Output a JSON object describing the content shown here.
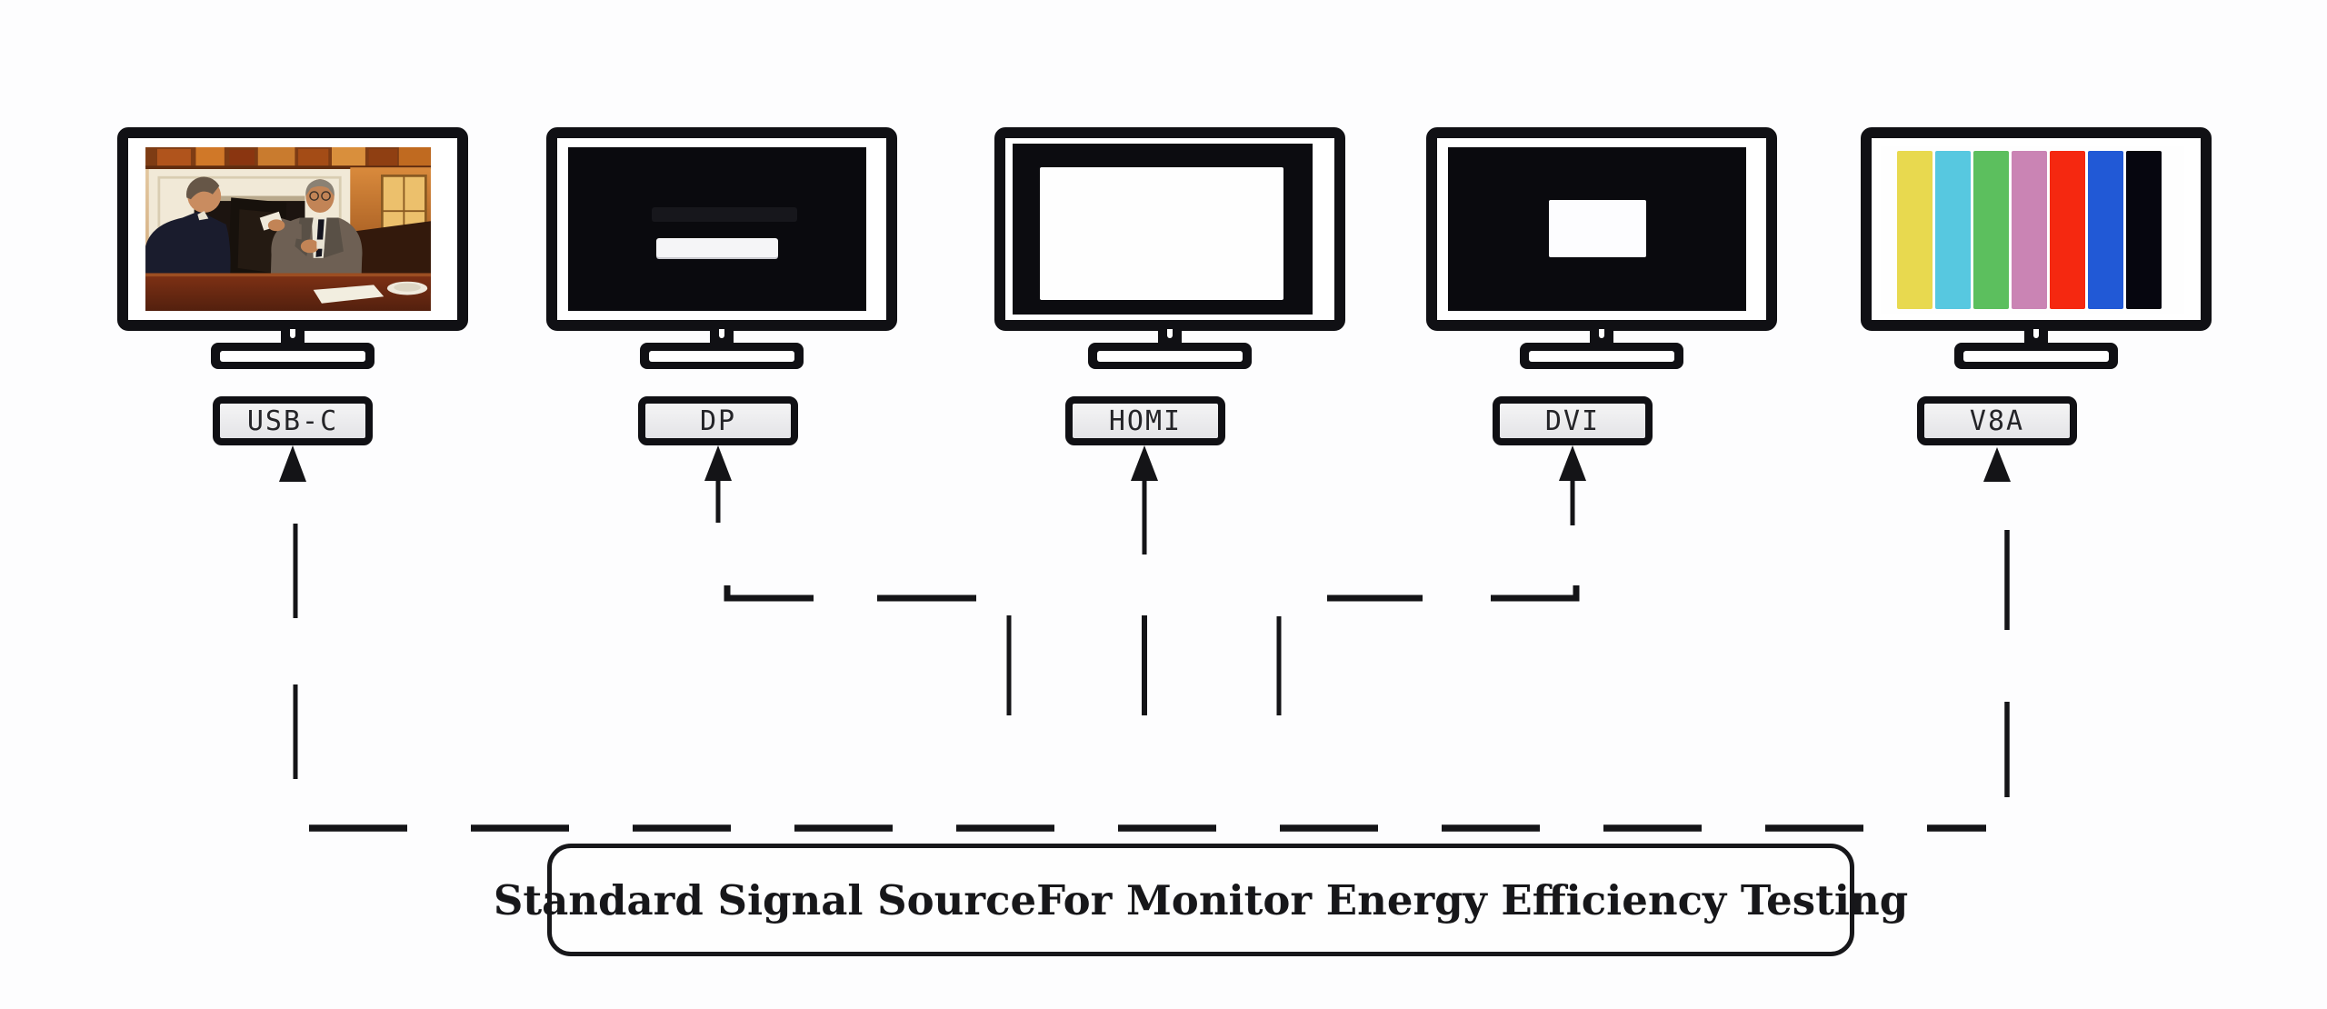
{
  "diagram": {
    "title": "Standard Signal SourceFor Monitor Energy Efficiency Testing",
    "line_color": "#141417",
    "background": "#fdfdfe"
  },
  "monitors": [
    {
      "port_label": "USB-C",
      "screen_type": "photo",
      "screen_desc": "two men in suits talking at a table beside a fireplace"
    },
    {
      "port_label": "DP",
      "screen_type": "black-with-white-bar",
      "screen_desc": "black screen with centered white horizontal bar"
    },
    {
      "port_label": "HOMI",
      "screen_type": "white-full-screen",
      "screen_desc": "solid white screen inside thick black bezel"
    },
    {
      "port_label": "DVI",
      "screen_type": "black-with-white-rect",
      "screen_desc": "black screen with small centered white rectangle"
    },
    {
      "port_label": "V8A",
      "screen_type": "color-bars",
      "screen_desc": "vertical color-bar test pattern",
      "bar_colors": [
        "#e8d94f",
        "#57c8e0",
        "#5cbf5e",
        "#ca84b4",
        "#f52810",
        "#2159d6",
        "#06060f"
      ]
    }
  ]
}
